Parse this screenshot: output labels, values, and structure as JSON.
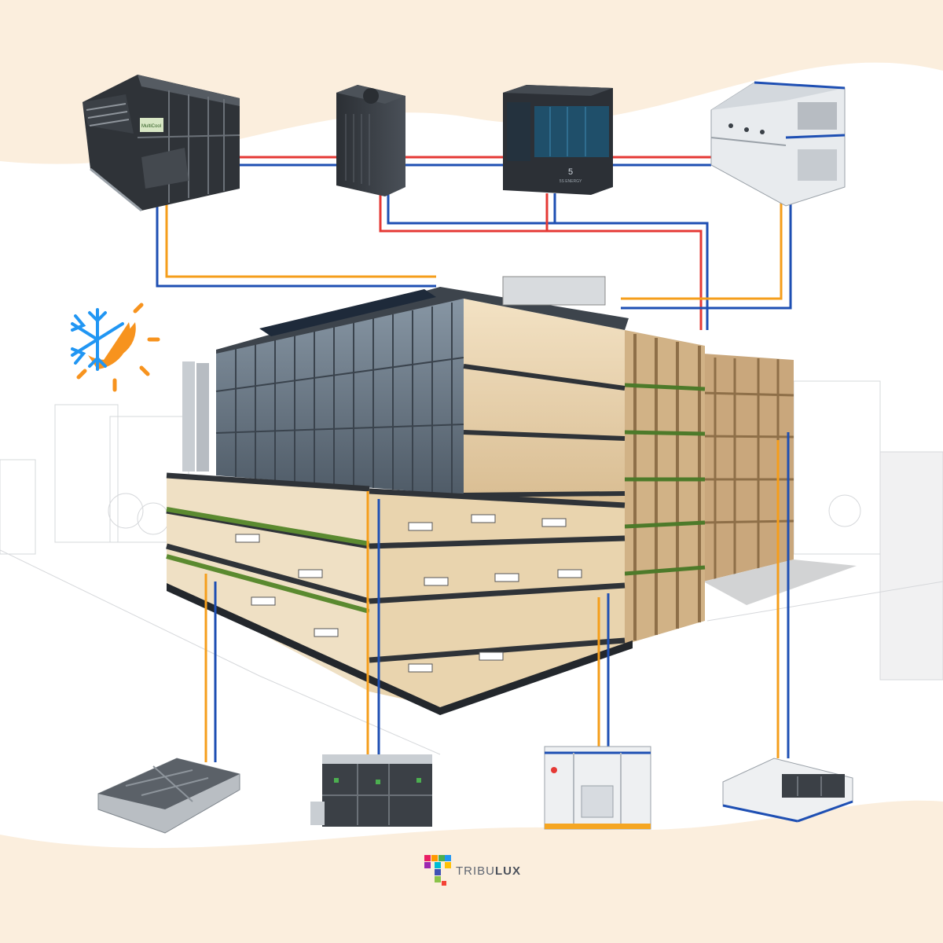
{
  "brand": {
    "prefix": "TRIBU",
    "suffix": "LUX"
  },
  "colors": {
    "cream": "#fbeedd",
    "supply_red": "#e53935",
    "return_blue": "#1e4fb3",
    "orange": "#f59e1b",
    "snowflake": "#2196f3",
    "sun": "#f7931e",
    "unit_dark": "#353a40",
    "unit_light": "#e8ebee",
    "building_wood": "#c9a77c",
    "building_glass": "#6f7e8c"
  },
  "units": {
    "ahu_top_left_label": "MultiCool",
    "heat_pump_logo": "5",
    "heat_pump_brand": "5S ENERGY"
  },
  "icons": {
    "climate": "snowflake-sun-icon",
    "logo": "tribulux-logo-icon"
  }
}
